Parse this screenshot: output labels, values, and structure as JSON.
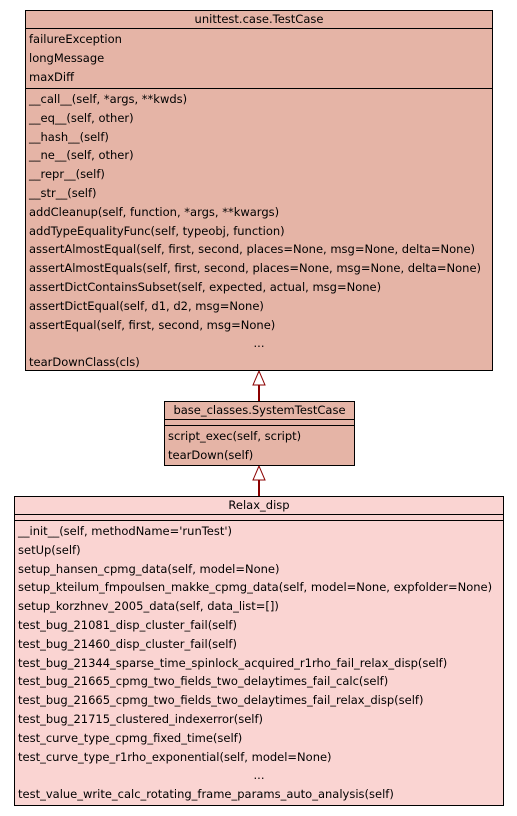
{
  "colors": {
    "base_fill": "#e5b4a6",
    "system_fill": "#e5b4a6",
    "relax_fill": "#fad4d2",
    "connector": "#8b0000"
  },
  "classes": {
    "testcase": {
      "name": "unittest.case.TestCase",
      "attributes": [
        "failureException",
        "longMessage",
        "maxDiff"
      ],
      "methods": [
        "__call__(self, *args, **kwds)",
        "__eq__(self, other)",
        "__hash__(self)",
        "__ne__(self, other)",
        "__repr__(self)",
        "__str__(self)",
        "addCleanup(self, function, *args, **kwargs)",
        "addTypeEqualityFunc(self, typeobj, function)",
        "assertAlmostEqual(self, first, second, places=None, msg=None, delta=None)",
        "assertAlmostEquals(self, first, second, places=None, msg=None, delta=None)",
        "assertDictContainsSubset(self, expected, actual, msg=None)",
        "assertDictEqual(self, d1, d2, msg=None)",
        "assertEqual(self, first, second, msg=None)",
        "...",
        "tearDownClass(cls)"
      ]
    },
    "systemtestcase": {
      "name": "base_classes.SystemTestCase",
      "attributes": [],
      "methods": [
        "script_exec(self, script)",
        "tearDown(self)"
      ]
    },
    "relaxdisp": {
      "name": "Relax_disp",
      "attributes": [],
      "methods": [
        "__init__(self, methodName='runTest')",
        "setUp(self)",
        "setup_hansen_cpmg_data(self, model=None)",
        "setup_kteilum_fmpoulsen_makke_cpmg_data(self, model=None, expfolder=None)",
        "setup_korzhnev_2005_data(self, data_list=[])",
        "test_bug_21081_disp_cluster_fail(self)",
        "test_bug_21460_disp_cluster_fail(self)",
        "test_bug_21344_sparse_time_spinlock_acquired_r1rho_fail_relax_disp(self)",
        "test_bug_21665_cpmg_two_fields_two_delaytimes_fail_calc(self)",
        "test_bug_21665_cpmg_two_fields_two_delaytimes_fail_relax_disp(self)",
        "test_bug_21715_clustered_indexerror(self)",
        "test_curve_type_cpmg_fixed_time(self)",
        "test_curve_type_r1rho_exponential(self, model=None)",
        "...",
        "test_value_write_calc_rotating_frame_params_auto_analysis(self)"
      ]
    }
  }
}
